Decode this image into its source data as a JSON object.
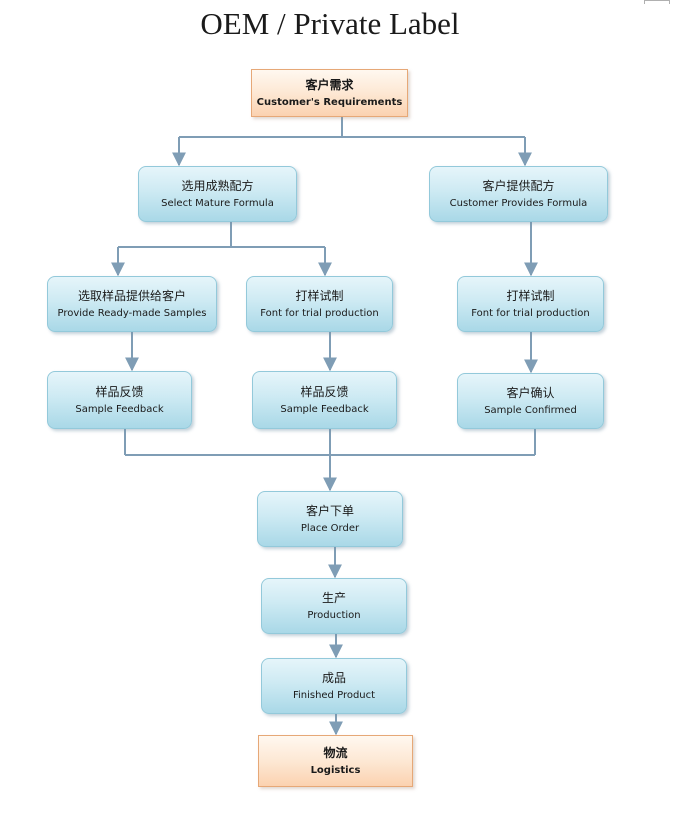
{
  "title": "OEM / Private Label",
  "colors": {
    "connector": "#7f9db5",
    "box_blue_top": "#e6f5fa",
    "box_blue_bottom": "#a9d8e7",
    "box_blue_border": "#93c9da",
    "box_peach_top": "#fff8f0",
    "box_peach_bottom": "#fbd2b0",
    "box_peach_border": "#e6a877"
  },
  "nodes": {
    "customer_requirements": {
      "zh": "客户需求",
      "en": "Customer's Requirements"
    },
    "select_mature_formula": {
      "zh": "选用成熟配方",
      "en": "Select Mature Formula"
    },
    "customer_provides_formula": {
      "zh": "客户提供配方",
      "en": "Customer Provides Formula"
    },
    "provide_samples": {
      "zh": "选取样品提供给客户",
      "en": "Provide Ready-made Samples"
    },
    "trial_production_1": {
      "zh": "打样试制",
      "en": "Font for trial production"
    },
    "trial_production_2": {
      "zh": "打样试制",
      "en": "Font for trial production"
    },
    "sample_feedback_1": {
      "zh": "样品反馈",
      "en": "Sample Feedback"
    },
    "sample_feedback_2": {
      "zh": "样品反馈",
      "en": "Sample Feedback"
    },
    "sample_confirmed": {
      "zh": "客户确认",
      "en": "Sample Confirmed"
    },
    "place_order": {
      "zh": "客户下单",
      "en": "Place Order"
    },
    "production": {
      "zh": "生产",
      "en": "Production"
    },
    "finished_product": {
      "zh": "成品",
      "en": "Finished Product"
    },
    "logistics": {
      "zh": "物流",
      "en": "Logistics"
    }
  }
}
